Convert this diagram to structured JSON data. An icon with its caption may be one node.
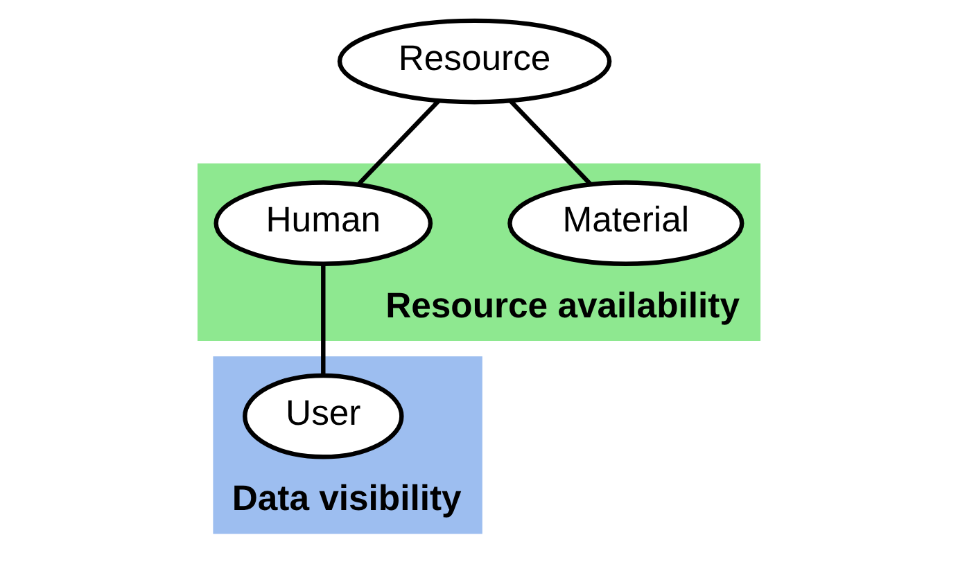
{
  "diagram": {
    "nodes": [
      {
        "text": [
          "Resource"
        ]
      },
      {
        "text": [
          "Resource availability"
        ]
      },
      {
        "text": [
          "Human"
        ],
        "in": 1
      },
      {
        "text": [
          "Material"
        ],
        "in": 1
      },
      {
        "text": [
          "Data visibility"
        ]
      },
      {
        "text": [
          "User"
        ],
        "in": 4
      }
    ],
    "edges": [
      {
        "from": 0,
        "to": 2,
        "arrow": "none"
      },
      {
        "from": 0,
        "to": 3,
        "arrow": "none"
      },
      {
        "from": 2,
        "to": 5,
        "arrow": "none"
      }
    ]
  }
}
